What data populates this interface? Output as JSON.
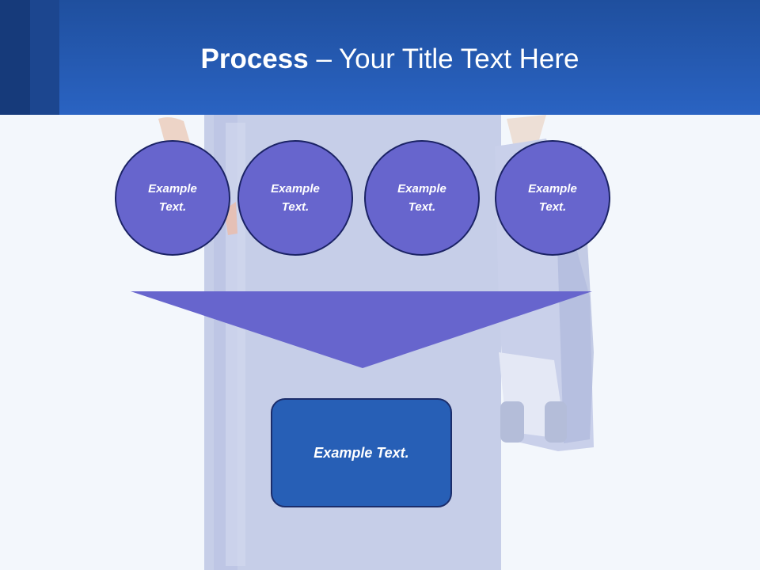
{
  "slide": {
    "title_bold": "Process",
    "title_rest": " – Your Title Text Here"
  },
  "steps": [
    {
      "label": "Example Text."
    },
    {
      "label": "Example Text."
    },
    {
      "label": "Example Text."
    },
    {
      "label": "Example Text."
    }
  ],
  "result": {
    "label": "Example Text."
  },
  "colors": {
    "header": "#2a63c2",
    "circle_fill": "#6765cd",
    "circle_border": "#1b2365",
    "arrow_fill": "#6765cd",
    "box_fill": "#275fb6"
  }
}
